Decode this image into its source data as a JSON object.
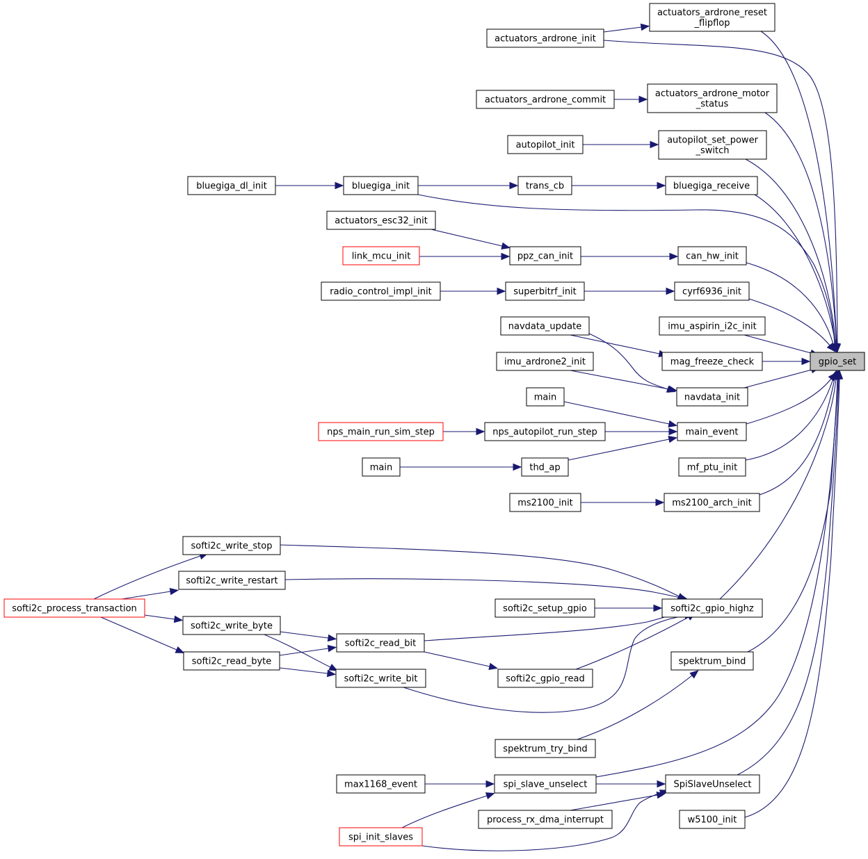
{
  "colors": {
    "edge": "#191970",
    "node_border": "#000000",
    "truncated_border": "#ff0000",
    "target_fill": "#bfbfbf",
    "background": "#ffffff"
  },
  "graph": {
    "title": "",
    "nodes": [
      {
        "id": "gpio_set",
        "label": "gpio_set",
        "target": true
      },
      {
        "id": "actuators_ardrone_reset_flipflop",
        "label": "actuators_ardrone_reset\n_flipflop"
      },
      {
        "id": "actuators_ardrone_init",
        "label": "actuators_ardrone_init"
      },
      {
        "id": "actuators_ardrone_motor_status",
        "label": "actuators_ardrone_motor\n_status"
      },
      {
        "id": "actuators_ardrone_commit",
        "label": "actuators_ardrone_commit"
      },
      {
        "id": "autopilot_set_power_switch",
        "label": "autopilot_set_power\n_switch"
      },
      {
        "id": "autopilot_init",
        "label": "autopilot_init"
      },
      {
        "id": "bluegiga_receive",
        "label": "bluegiga_receive"
      },
      {
        "id": "trans_cb",
        "label": "trans_cb"
      },
      {
        "id": "bluegiga_init",
        "label": "bluegiga_init"
      },
      {
        "id": "bluegiga_dl_init",
        "label": "bluegiga_dl_init"
      },
      {
        "id": "actuators_esc32_init",
        "label": "actuators_esc32_init"
      },
      {
        "id": "can_hw_init",
        "label": "can_hw_init"
      },
      {
        "id": "ppz_can_init",
        "label": "ppz_can_init"
      },
      {
        "id": "link_mcu_init",
        "label": "link_mcu_init",
        "truncated": true
      },
      {
        "id": "cyrf6936_init",
        "label": "cyrf6936_init"
      },
      {
        "id": "superbitrf_init",
        "label": "superbitrf_init"
      },
      {
        "id": "radio_control_impl_init",
        "label": "radio_control_impl_init"
      },
      {
        "id": "imu_aspirin_i2c_init",
        "label": "imu_aspirin_i2c_init"
      },
      {
        "id": "navdata_update",
        "label": "navdata_update"
      },
      {
        "id": "mag_freeze_check",
        "label": "mag_freeze_check"
      },
      {
        "id": "imu_ardrone2_init",
        "label": "imu_ardrone2_init"
      },
      {
        "id": "navdata_init",
        "label": "navdata_init"
      },
      {
        "id": "main_1",
        "label": "main"
      },
      {
        "id": "main_event",
        "label": "main_event"
      },
      {
        "id": "nps_main_run_sim_step",
        "label": "nps_main_run_sim_step",
        "truncated": true
      },
      {
        "id": "nps_autopilot_run_step",
        "label": "nps_autopilot_run_step"
      },
      {
        "id": "main_2",
        "label": "main"
      },
      {
        "id": "thd_ap",
        "label": "thd_ap"
      },
      {
        "id": "mf_ptu_init",
        "label": "mf_ptu_init"
      },
      {
        "id": "ms2100_init",
        "label": "ms2100_init"
      },
      {
        "id": "ms2100_arch_init",
        "label": "ms2100_arch_init"
      },
      {
        "id": "softi2c_write_stop",
        "label": "softi2c_write_stop"
      },
      {
        "id": "softi2c_write_restart",
        "label": "softi2c_write_restart"
      },
      {
        "id": "softi2c_process_transaction",
        "label": "softi2c_process_transaction",
        "truncated": true
      },
      {
        "id": "softi2c_setup_gpio",
        "label": "softi2c_setup_gpio"
      },
      {
        "id": "softi2c_gpio_highz",
        "label": "softi2c_gpio_highz"
      },
      {
        "id": "softi2c_write_byte",
        "label": "softi2c_write_byte"
      },
      {
        "id": "softi2c_read_bit",
        "label": "softi2c_read_bit"
      },
      {
        "id": "softi2c_read_byte",
        "label": "softi2c_read_byte"
      },
      {
        "id": "softi2c_write_bit",
        "label": "softi2c_write_bit"
      },
      {
        "id": "softi2c_gpio_read",
        "label": "softi2c_gpio_read"
      },
      {
        "id": "spektrum_bind",
        "label": "spektrum_bind"
      },
      {
        "id": "spektrum_try_bind",
        "label": "spektrum_try_bind"
      },
      {
        "id": "max1168_event",
        "label": "max1168_event"
      },
      {
        "id": "spi_slave_unselect",
        "label": "spi_slave_unselect"
      },
      {
        "id": "SpiSlaveUnselect",
        "label": "SpiSlaveUnselect"
      },
      {
        "id": "process_rx_dma_interrupt",
        "label": "process_rx_dma_interrupt"
      },
      {
        "id": "spi_init_slaves",
        "label": "spi_init_slaves",
        "truncated": true
      },
      {
        "id": "w5100_init",
        "label": "w5100_init"
      }
    ],
    "edges": [
      {
        "from": "actuators_ardrone_reset_flipflop",
        "to": "gpio_set"
      },
      {
        "from": "actuators_ardrone_init",
        "to": "actuators_ardrone_reset_flipflop"
      },
      {
        "from": "actuators_ardrone_init",
        "to": "gpio_set"
      },
      {
        "from": "actuators_ardrone_motor_status",
        "to": "gpio_set"
      },
      {
        "from": "actuators_ardrone_commit",
        "to": "actuators_ardrone_motor_status"
      },
      {
        "from": "autopilot_set_power_switch",
        "to": "gpio_set"
      },
      {
        "from": "autopilot_init",
        "to": "autopilot_set_power_switch"
      },
      {
        "from": "bluegiga_receive",
        "to": "gpio_set"
      },
      {
        "from": "trans_cb",
        "to": "bluegiga_receive"
      },
      {
        "from": "bluegiga_init",
        "to": "trans_cb"
      },
      {
        "from": "bluegiga_init",
        "to": "gpio_set"
      },
      {
        "from": "bluegiga_dl_init",
        "to": "bluegiga_init"
      },
      {
        "from": "can_hw_init",
        "to": "gpio_set"
      },
      {
        "from": "ppz_can_init",
        "to": "can_hw_init"
      },
      {
        "from": "actuators_esc32_init",
        "to": "ppz_can_init"
      },
      {
        "from": "link_mcu_init",
        "to": "ppz_can_init"
      },
      {
        "from": "cyrf6936_init",
        "to": "gpio_set"
      },
      {
        "from": "superbitrf_init",
        "to": "cyrf6936_init"
      },
      {
        "from": "radio_control_impl_init",
        "to": "superbitrf_init"
      },
      {
        "from": "imu_aspirin_i2c_init",
        "to": "gpio_set"
      },
      {
        "from": "mag_freeze_check",
        "to": "gpio_set"
      },
      {
        "from": "navdata_update",
        "to": "mag_freeze_check"
      },
      {
        "from": "navdata_update",
        "to": "navdata_init"
      },
      {
        "from": "navdata_init",
        "to": "gpio_set"
      },
      {
        "from": "imu_ardrone2_init",
        "to": "navdata_init"
      },
      {
        "from": "main_event",
        "to": "gpio_set"
      },
      {
        "from": "main_1",
        "to": "main_event"
      },
      {
        "from": "nps_autopilot_run_step",
        "to": "main_event"
      },
      {
        "from": "nps_main_run_sim_step",
        "to": "nps_autopilot_run_step"
      },
      {
        "from": "thd_ap",
        "to": "main_event"
      },
      {
        "from": "main_2",
        "to": "thd_ap"
      },
      {
        "from": "mf_ptu_init",
        "to": "gpio_set"
      },
      {
        "from": "ms2100_arch_init",
        "to": "gpio_set"
      },
      {
        "from": "ms2100_init",
        "to": "ms2100_arch_init"
      },
      {
        "from": "softi2c_gpio_highz",
        "to": "gpio_set"
      },
      {
        "from": "softi2c_write_stop",
        "to": "softi2c_gpio_highz"
      },
      {
        "from": "softi2c_write_restart",
        "to": "softi2c_gpio_highz"
      },
      {
        "from": "softi2c_setup_gpio",
        "to": "softi2c_gpio_highz"
      },
      {
        "from": "softi2c_read_bit",
        "to": "softi2c_gpio_highz"
      },
      {
        "from": "softi2c_write_bit",
        "to": "softi2c_gpio_highz"
      },
      {
        "from": "softi2c_gpio_read",
        "to": "softi2c_gpio_highz"
      },
      {
        "from": "softi2c_process_transaction",
        "to": "softi2c_write_stop"
      },
      {
        "from": "softi2c_process_transaction",
        "to": "softi2c_write_restart"
      },
      {
        "from": "softi2c_process_transaction",
        "to": "softi2c_write_byte"
      },
      {
        "from": "softi2c_process_transaction",
        "to": "softi2c_read_byte"
      },
      {
        "from": "softi2c_write_byte",
        "to": "softi2c_read_bit"
      },
      {
        "from": "softi2c_write_byte",
        "to": "softi2c_write_bit"
      },
      {
        "from": "softi2c_read_byte",
        "to": "softi2c_read_bit"
      },
      {
        "from": "softi2c_read_byte",
        "to": "softi2c_write_bit"
      },
      {
        "from": "softi2c_read_bit",
        "to": "softi2c_gpio_read"
      },
      {
        "from": "spektrum_bind",
        "to": "gpio_set"
      },
      {
        "from": "spektrum_try_bind",
        "to": "spektrum_bind"
      },
      {
        "from": "spi_slave_unselect",
        "to": "gpio_set"
      },
      {
        "from": "SpiSlaveUnselect",
        "to": "gpio_set"
      },
      {
        "from": "max1168_event",
        "to": "spi_slave_unselect"
      },
      {
        "from": "spi_slave_unselect",
        "to": "SpiSlaveUnselect"
      },
      {
        "from": "spi_init_slaves",
        "to": "spi_slave_unselect"
      },
      {
        "from": "spi_init_slaves",
        "to": "SpiSlaveUnselect"
      },
      {
        "from": "process_rx_dma_interrupt",
        "to": "SpiSlaveUnselect"
      },
      {
        "from": "w5100_init",
        "to": "gpio_set"
      }
    ]
  }
}
